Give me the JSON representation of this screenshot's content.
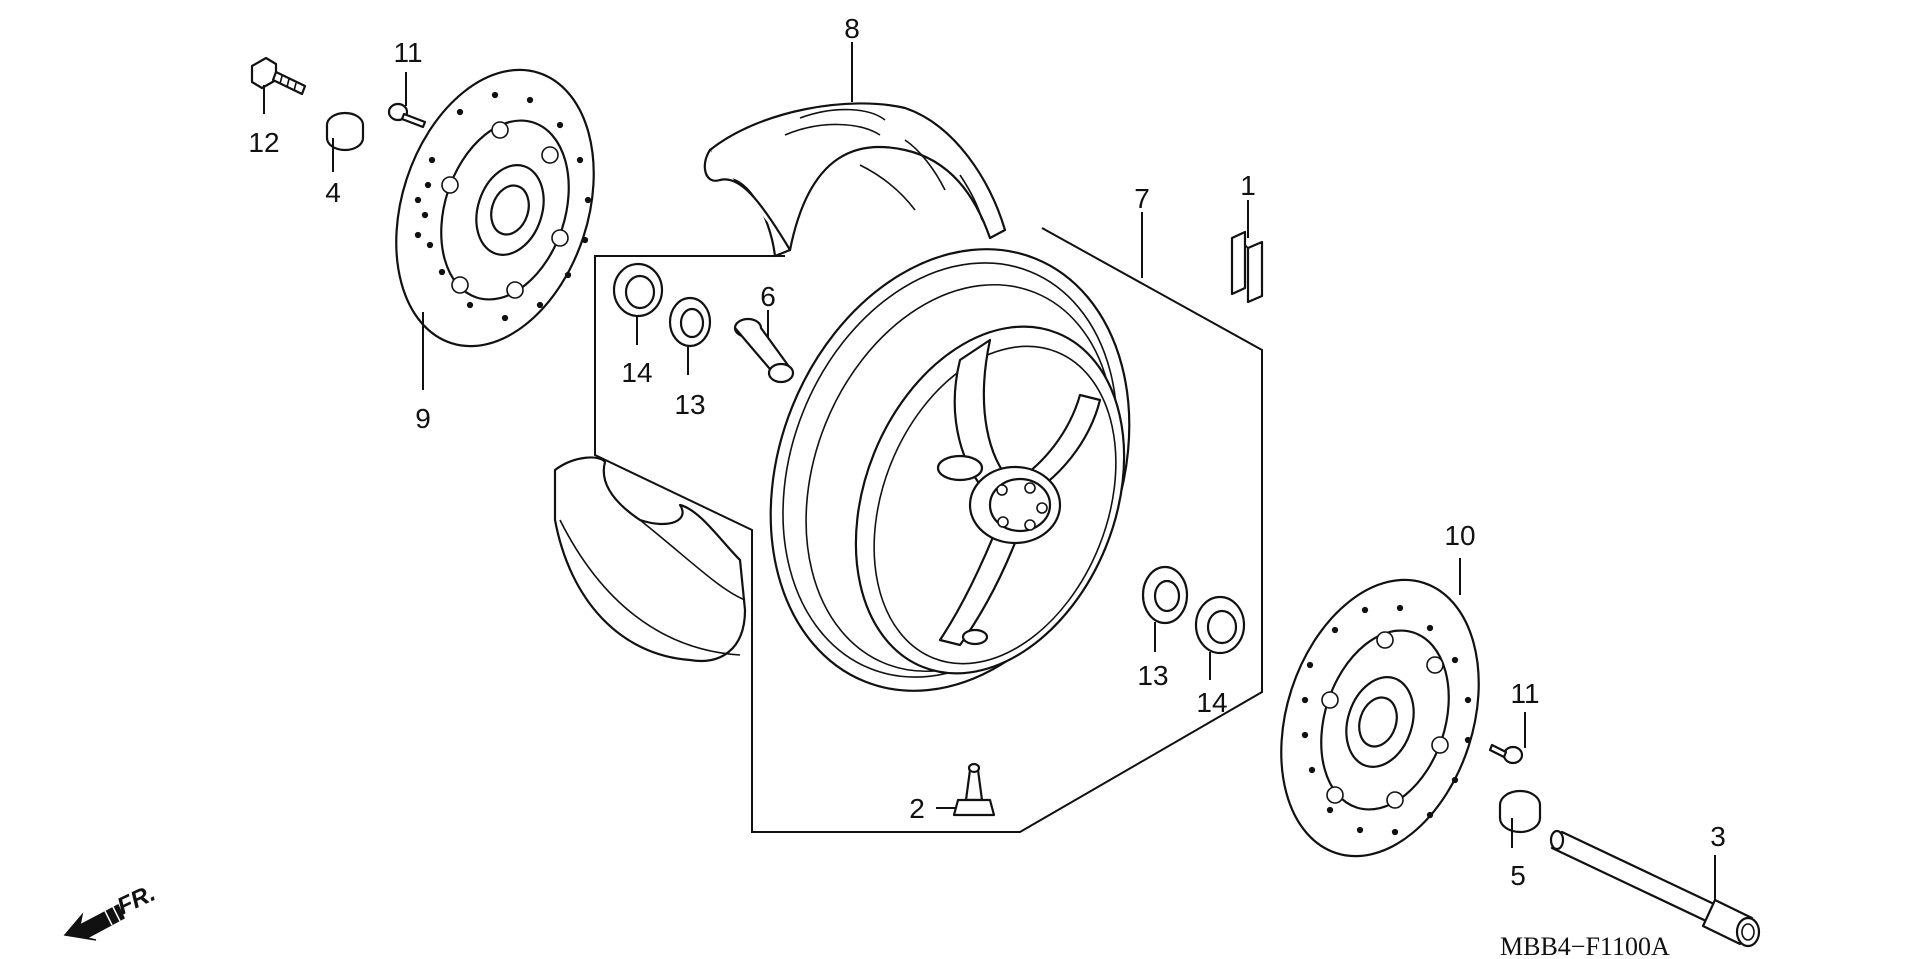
{
  "diagram": {
    "code": "MBB4−F1100A",
    "direction_label": "FR.",
    "callouts": [
      {
        "id": "c1",
        "label": "1"
      },
      {
        "id": "c2",
        "label": "2"
      },
      {
        "id": "c3",
        "label": "3"
      },
      {
        "id": "c4",
        "label": "4"
      },
      {
        "id": "c5",
        "label": "5"
      },
      {
        "id": "c6",
        "label": "6"
      },
      {
        "id": "c7",
        "label": "7"
      },
      {
        "id": "c8",
        "label": "8"
      },
      {
        "id": "c9",
        "label": "9"
      },
      {
        "id": "c10",
        "label": "10"
      },
      {
        "id": "c11a",
        "label": "11"
      },
      {
        "id": "c11b",
        "label": "11"
      },
      {
        "id": "c12",
        "label": "12"
      },
      {
        "id": "c13a",
        "label": "13"
      },
      {
        "id": "c13b",
        "label": "13"
      },
      {
        "id": "c14a",
        "label": "14"
      },
      {
        "id": "c14b",
        "label": "14"
      }
    ]
  }
}
